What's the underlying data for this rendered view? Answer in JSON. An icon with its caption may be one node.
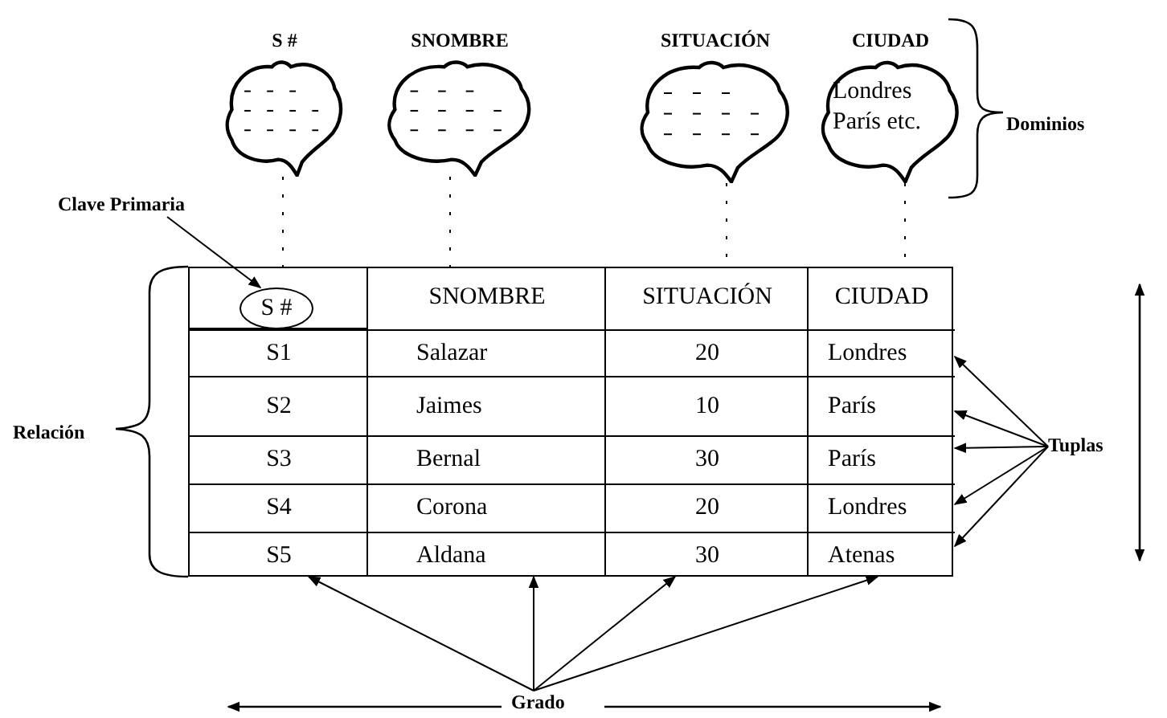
{
  "diagram": {
    "nodes": [
      {
        "text": [
          "S #"
        ]
      },
      {
        "text": [
          "SNOMBRE"
        ]
      },
      {
        "text": [
          "SITUACIÓN"
        ]
      },
      {
        "text": [
          "CIUDAD",
          "Londres París etc."
        ]
      },
      {
        "text": [],
        "shape": "box"
      },
      {
        "text": [],
        "shape": "box",
        "in": 4
      },
      {
        "text": [
          "S #"
        ],
        "in": 5
      },
      {
        "text": [
          "SNOMBRE"
        ],
        "in": 4
      },
      {
        "text": [
          "SITUACIÓN"
        ],
        "in": 4
      },
      {
        "text": [
          "CIUDAD"
        ],
        "in": 4
      },
      {
        "text": [
          "S1",
          "Salazar",
          "20",
          "Londres"
        ],
        "in": 4
      },
      {
        "text": [
          "S2",
          "Jaimes",
          "10",
          "París"
        ],
        "in": 4
      },
      {
        "text": [
          "S3",
          "Bernal",
          "30",
          "París"
        ],
        "in": 4
      },
      {
        "text": [
          "S4",
          "Corona",
          "20",
          "Londres"
        ],
        "in": 4
      },
      {
        "text": [
          "S5",
          "Aldana",
          "30",
          "Atenas"
        ],
        "in": 4
      },
      {
        "text": [
          "Clave Primaria"
        ]
      },
      {
        "text": [
          "Tuplas"
        ]
      },
      {
        "text": [
          "Grado"
        ]
      }
    ],
    "edges": [
      {
        "from": 0,
        "to": 5,
        "arrow": "none",
        "style": "dashed"
      },
      {
        "from": 1,
        "to": 7,
        "arrow": "none",
        "style": "dashed"
      },
      {
        "from": 2,
        "to": 8,
        "arrow": "none",
        "style": "dashed"
      },
      {
        "from": 3,
        "to": 9,
        "arrow": "none",
        "style": "dashed"
      },
      {
        "from": 15,
        "to": 6,
        "arrow": "to"
      },
      {
        "from": 16,
        "to": 10,
        "arrow": "to"
      },
      {
        "from": 16,
        "to": 11,
        "arrow": "to"
      },
      {
        "from": 16,
        "to": 12,
        "arrow": "to"
      },
      {
        "from": 16,
        "to": 13,
        "arrow": "to"
      },
      {
        "from": 16,
        "to": 14,
        "arrow": "to"
      },
      {
        "from": 17,
        "to": 4,
        "arrow": "to"
      },
      {
        "from": 17,
        "to": 4,
        "arrow": "to"
      },
      {
        "from": 17,
        "to": 4,
        "arrow": "to"
      },
      {
        "from": 17,
        "to": 4,
        "arrow": "to"
      }
    ],
    "labels": [
      "Dominios",
      "Relación"
    ]
  }
}
